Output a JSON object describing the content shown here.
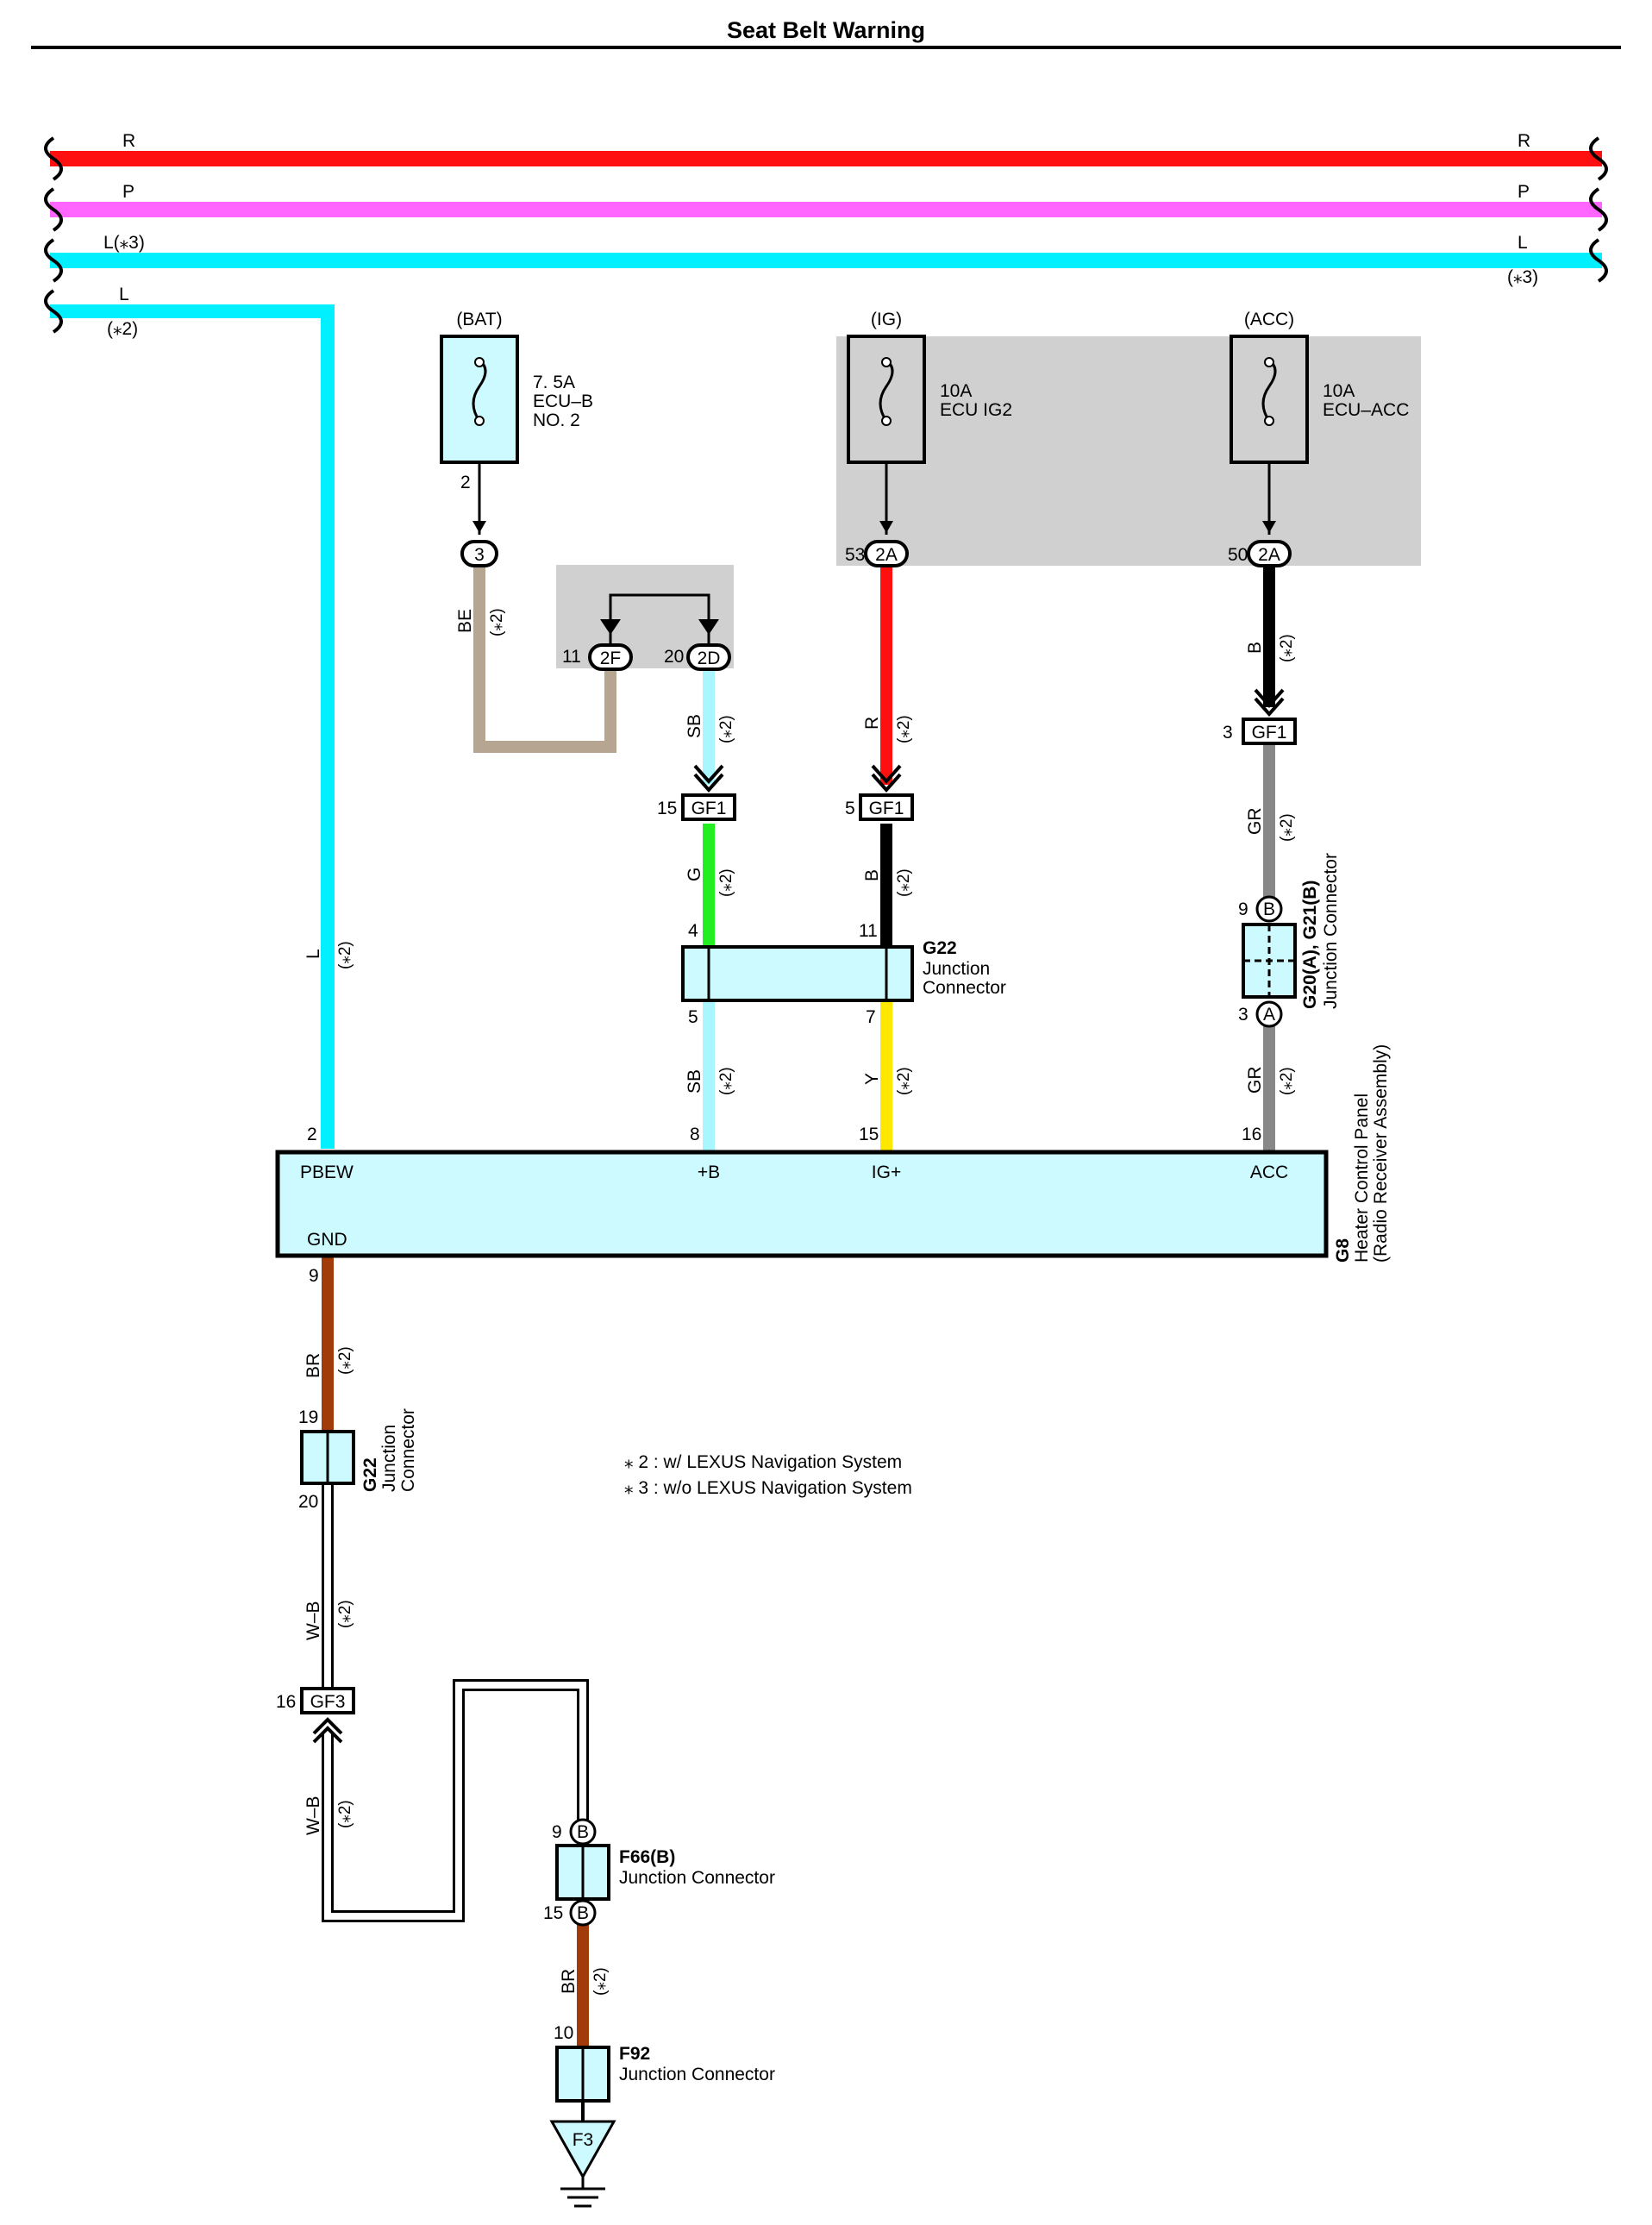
{
  "title": "Seat Belt Warning",
  "colors": {
    "red": "#ff1010",
    "pink": "#ff66ff",
    "cyan": "#00f0ff",
    "light_blue": "#aaf6ff",
    "green": "#22ee22",
    "black": "#000000",
    "yellow": "#ffe800",
    "gray": "#888888",
    "tan": "#b5a591",
    "brown": "#a13c0a",
    "box_fill": "#ccfaff",
    "shade": "#d0d0d0"
  },
  "buses": {
    "r_left": "R",
    "r_right": "R",
    "p_left": "P",
    "p_right": "P",
    "l_left": "L(⁎3)",
    "l_right": "L",
    "l_right_note": "(⁎3)",
    "l_branch": "L",
    "l_branch_note": "(⁎2)"
  },
  "fuses": {
    "bat": {
      "source": "(BAT)",
      "rating": "7. 5A",
      "name1": "ECU–B",
      "name2": "NO. 2",
      "pin": "2"
    },
    "ig": {
      "source": "(IG)",
      "rating": "10A",
      "name1": "ECU IG2"
    },
    "acc": {
      "source": "(ACC)",
      "rating": "10A",
      "name1": "ECU–ACC"
    }
  },
  "connectors": {
    "c3": "3",
    "j2f_pin": "11",
    "j2f": "2F",
    "j2d_pin": "20",
    "j2d": "2D",
    "ig_pin": "53",
    "ig_conn": "2A",
    "acc_pin": "50",
    "acc_conn": "2A",
    "gf1_a_pin": "15",
    "gf1_a": "GF1",
    "gf1_b_pin": "5",
    "gf1_b": "GF1",
    "gf1_c_pin": "3",
    "gf1_c": "GF1",
    "g22_pin4": "4",
    "g22_pin11": "11",
    "g22_pin5": "5",
    "g22_pin7": "7",
    "g20_pin9": "9",
    "g20_b": "B",
    "g20_pin3": "3",
    "g20_a": "A",
    "ecu_pin2": "2",
    "ecu_pin8": "8",
    "ecu_pin15": "15",
    "ecu_pin16": "16",
    "ecu_pin9": "9",
    "g22b_pin19": "19",
    "g22b_pin20": "20",
    "gf3_pin": "16",
    "gf3": "GF3",
    "f66_pin9": "9",
    "f66_pin15": "15",
    "f66_b": "B",
    "f92_pin": "10",
    "ground": "F3"
  },
  "wires": {
    "be": "BE",
    "sb1": "SB",
    "r": "R",
    "b1": "B",
    "g": "G",
    "b2": "B",
    "gr1": "GR",
    "sb2": "SB",
    "y": "Y",
    "gr2": "GR",
    "l": "L",
    "br1": "BR",
    "wb1": "W–B",
    "wb2": "W–B",
    "br2": "BR",
    "note": "(⁎2)"
  },
  "components": {
    "g22_id": "G22",
    "g22_l1": "Junction",
    "g22_l2": "Connector",
    "g20_id": "G20(A), G21(B)",
    "g20_l1": "Junction Connector",
    "ecu_id": "G8",
    "ecu_l1": "Heater Control Panel",
    "ecu_l2": "(Radio Receiver Assembly)",
    "ecu_pbew": "PBEW",
    "ecu_b": "+B",
    "ecu_ig": "IG+",
    "ecu_acc": "ACC",
    "ecu_gnd": "GND",
    "g22b_id": "G22",
    "g22b_l1": "Junction",
    "g22b_l2": "Connector",
    "f66_id": "F66(B)",
    "f66_l1": "Junction Connector",
    "f92_id": "F92",
    "f92_l1": "Junction Connector"
  },
  "notes": [
    "⁎ 2 : w/ LEXUS Navigation System",
    "⁎ 3 : w/o LEXUS Navigation System"
  ]
}
